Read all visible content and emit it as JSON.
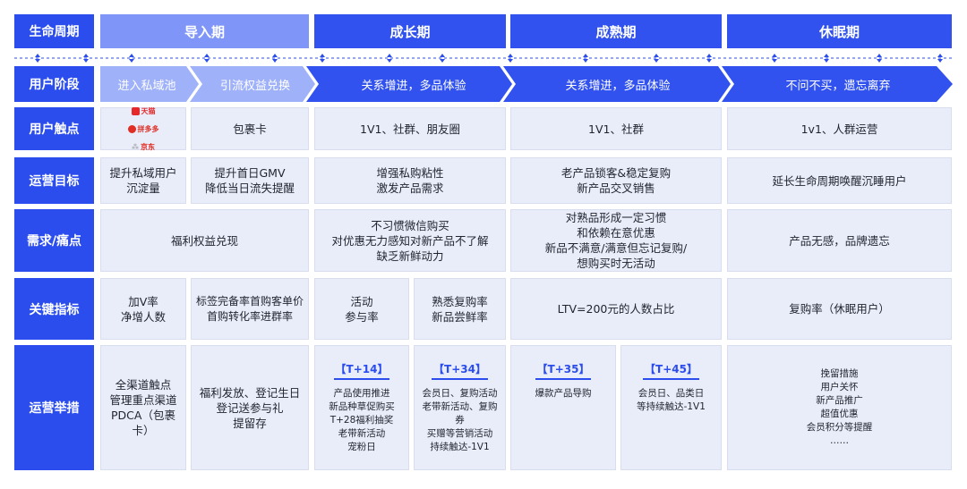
{
  "colors": {
    "primary": "#2b4dee",
    "light_phase": "#7f95f7",
    "cell_bg": "#e9edf9",
    "arrow_light": "#9fb1f9"
  },
  "header": {
    "label": "生命周期",
    "phases": [
      "导入期",
      "成长期",
      "成熟期",
      "休眠期"
    ]
  },
  "stage": {
    "label": "用户阶段",
    "items": [
      "进入私域池",
      "引流权益兑换",
      "关系增进，多品体验",
      "关系增进，多品体验",
      "不问不买，遗忘离弃"
    ]
  },
  "touchpoint": {
    "label": "用户触点",
    "platforms": [
      "天猫",
      "拼多多",
      "京东"
    ],
    "cells": [
      "包裹卡",
      "1V1、社群、朋友圈",
      "1V1、社群",
      "1v1、人群运营"
    ]
  },
  "goal": {
    "label": "运营目标",
    "cells": [
      "提升私域用户\n沉淀量",
      "提升首日GMV\n降低当日流失提醒",
      "增强私购粘性\n激发产品需求",
      "老产品锁客&稳定复购\n新产品交叉销售",
      "延长生命周期唤醒沉睡用户"
    ]
  },
  "pain": {
    "label": "需求/痛点",
    "cells": [
      "福利权益兑现",
      "不习惯微信购买\n对优惠无力感知对新产品不了解\n缺乏新鲜动力",
      "对熟品形成一定习惯\n和依赖在意优惠\n新品不满意/满意但忘记复购/\n想购买时无活动",
      "产品无感，品牌遗忘"
    ]
  },
  "kpi": {
    "label": "关键指标",
    "cells": [
      "加V率\n净增人数",
      "标签完备率首购客单价\n首购转化率进群率",
      "活动\n参与率",
      "熟悉复购率\n新品尝鲜率",
      "LTV=200元的人数占比",
      "复购率（休眠用户）"
    ]
  },
  "actions": {
    "label": "运营举措",
    "cells": [
      {
        "tag": "",
        "text": "全渠道触点\n管理重点渠道\nPDCA（包裹卡）"
      },
      {
        "tag": "",
        "text": "福利发放、登记生日\n登记送参与礼\n提留存"
      },
      {
        "tag": "【T+14】",
        "text": "产品使用推进\n新品种草促购买\nT+28福利抽奖\n老带新活动\n宠粉日"
      },
      {
        "tag": "【T+34】",
        "text": "会员日、复购活动\n老带新活动、复购券\n买赠等营销活动\n持续触达-1V1"
      },
      {
        "tag": "【T+35】",
        "text": "爆款产品导购"
      },
      {
        "tag": "【T+45】",
        "text": "会员日、品类日\n等持续触达-1V1"
      },
      {
        "tag": "",
        "text": "挽留措施\n用户关怀\n新产品推广\n超值优惠\n会员积分等提醒\n……"
      }
    ]
  }
}
